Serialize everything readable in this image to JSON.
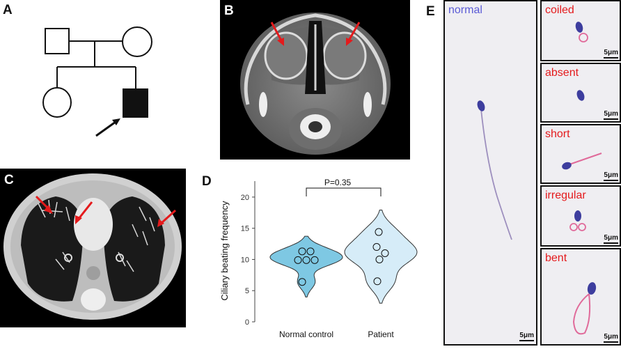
{
  "panels": {
    "a": {
      "label": "A"
    },
    "b": {
      "label": "B"
    },
    "c": {
      "label": "C"
    },
    "d": {
      "label": "D"
    },
    "e": {
      "label": "E"
    }
  },
  "colors": {
    "violin_control": "#7ec8e3",
    "violin_patient": "#d6ecf8",
    "arrow_red": "#e41a1c",
    "label_red": "#e41a1c",
    "label_blue": "#5b5bd6",
    "sperm_head": "#3d3d9e",
    "sperm_tail_pink": "#e06a9a"
  },
  "chart_data": {
    "type": "violin",
    "title": "",
    "xlabel": "",
    "ylabel": "Ciliary beating frequency",
    "ylim": [
      0,
      22
    ],
    "yticks": [
      0,
      5,
      10,
      15,
      20
    ],
    "categories": [
      "Normal control",
      "Patient"
    ],
    "series": [
      {
        "values": [
          11.3,
          11.3,
          9.9,
          9.9,
          9.9,
          6.4
        ]
      },
      {
        "values": [
          14.4,
          12.0,
          11.0,
          10.0,
          6.5
        ]
      }
    ],
    "annotation": "P=0.35",
    "grid": false,
    "legend": "none"
  },
  "sperm_panel": {
    "main_label": "normal",
    "sub_labels": [
      "coiled",
      "absent",
      "short",
      "irregular",
      "bent"
    ],
    "scale_label": "5μm"
  }
}
